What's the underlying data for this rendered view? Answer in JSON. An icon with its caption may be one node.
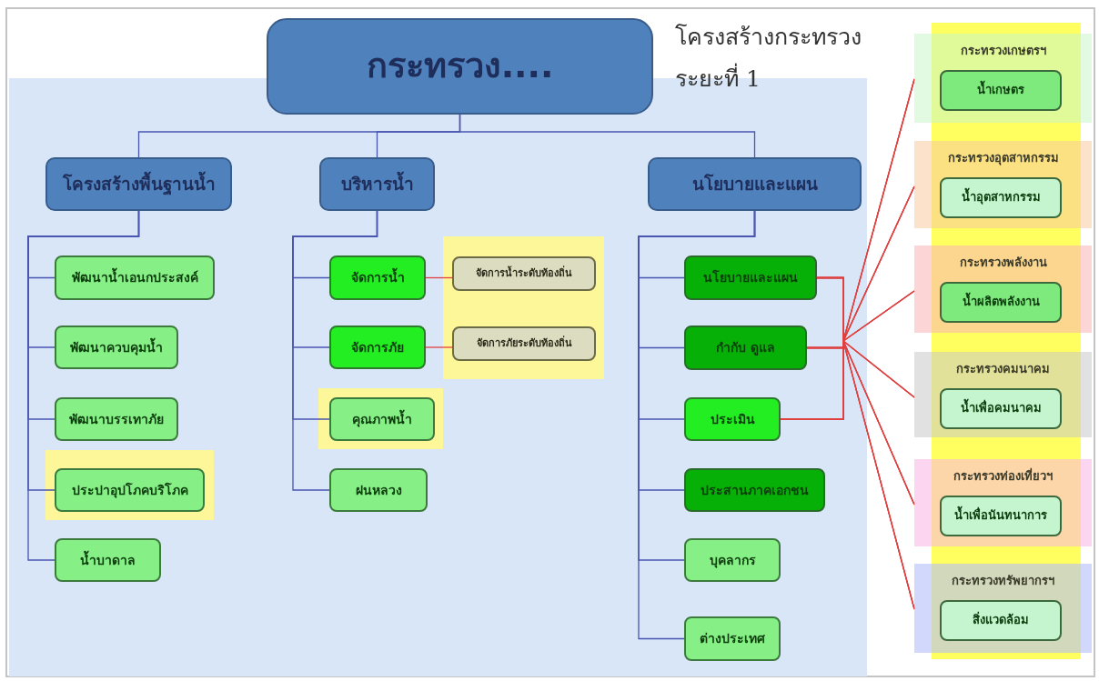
{
  "diagram": {
    "title": "โครงสร้างกระทรวง ระยะที่ 1",
    "nodes": [
      {
        "text": [
          "กระทรวง...."
        ]
      },
      {
        "text": [
          "โครงสร้างพื้นฐานน้ำ"
        ]
      },
      {
        "text": [
          "บริหารน้ำ"
        ]
      },
      {
        "text": [
          "นโยบายและแผน"
        ]
      },
      {
        "text": [
          "พัฒนาน้ำเอนกประสงค์"
        ]
      },
      {
        "text": [
          "พัฒนาควบคุมน้ำ"
        ]
      },
      {
        "text": [
          "พัฒนาบรรเทาภัย"
        ]
      },
      {
        "text": [
          "ประปาอุปโภคบริโภค"
        ]
      },
      {
        "text": [
          "น้ำบาดาล"
        ]
      },
      {
        "text": [
          "จัดการน้ำ"
        ]
      },
      {
        "text": [
          "จัดการน้ำระดับท้องถิ่น"
        ]
      },
      {
        "text": [
          "จัดการภัย"
        ]
      },
      {
        "text": [
          "จัดการภัยระดับท้องถิ่น"
        ]
      },
      {
        "text": [
          "คุณภาพน้ำ"
        ]
      },
      {
        "text": [
          "ฝนหลวง"
        ]
      },
      {
        "text": [
          "นโยบายและแผน"
        ]
      },
      {
        "text": [
          "กำกับ ดูแล"
        ]
      },
      {
        "text": [
          "ประเมิน"
        ]
      },
      {
        "text": [
          "ประสานภาคเอกชน"
        ]
      },
      {
        "text": [
          "บุคลากร"
        ]
      },
      {
        "text": [
          "ต่างประเทศ"
        ]
      },
      {
        "text": [
          "กระทรวงเกษตรฯ"
        ]
      },
      {
        "text": [
          "น้ำเกษตร"
        ],
        "in": 21
      },
      {
        "text": [
          "กระทรวงอุตสาหกรรม"
        ]
      },
      {
        "text": [
          "น้ำอุตสาหกรรม"
        ],
        "in": 23
      },
      {
        "text": [
          "กระทรวงพลังงาน"
        ]
      },
      {
        "text": [
          "น้ำผลิตพลังงาน"
        ],
        "in": 25
      },
      {
        "text": [
          "กระทรวงคมนาคม"
        ]
      },
      {
        "text": [
          "น้ำเพื่อคมนาคม"
        ],
        "in": 27
      },
      {
        "text": [
          "กระทรวงท่องเที่ยวฯ"
        ]
      },
      {
        "text": [
          "น้ำเพื่อนันทนาการ"
        ],
        "in": 29
      },
      {
        "text": [
          "กระทรวงทรัพยากรฯ"
        ]
      },
      {
        "text": [
          "สิ่งแวดล้อม"
        ],
        "in": 31
      }
    ],
    "edges": [
      {
        "from": 0,
        "to": 1,
        "arrow": "none",
        "color": "#4a55b0"
      },
      {
        "from": 0,
        "to": 2,
        "arrow": "none",
        "color": "#4a55b0"
      },
      {
        "from": 0,
        "to": 3,
        "arrow": "none",
        "color": "#4a55b0"
      },
      {
        "from": 1,
        "to": 4,
        "arrow": "none",
        "color": "#4a55b0"
      },
      {
        "from": 1,
        "to": 5,
        "arrow": "none",
        "color": "#4a55b0"
      },
      {
        "from": 1,
        "to": 6,
        "arrow": "none",
        "color": "#4a55b0"
      },
      {
        "from": 1,
        "to": 7,
        "arrow": "none",
        "color": "#4a55b0"
      },
      {
        "from": 1,
        "to": 8,
        "arrow": "none",
        "color": "#4a55b0"
      },
      {
        "from": 2,
        "to": 9,
        "arrow": "none",
        "color": "#4a55b0"
      },
      {
        "from": 2,
        "to": 11,
        "arrow": "none",
        "color": "#4a55b0"
      },
      {
        "from": 2,
        "to": 13,
        "arrow": "none",
        "color": "#4a55b0"
      },
      {
        "from": 2,
        "to": 14,
        "arrow": "none",
        "color": "#4a55b0"
      },
      {
        "from": 9,
        "to": 10,
        "arrow": "none",
        "color": "#e04040"
      },
      {
        "from": 11,
        "to": 12,
        "arrow": "none",
        "color": "#e04040"
      },
      {
        "from": 3,
        "to": 15,
        "arrow": "none",
        "color": "#4a55b0"
      },
      {
        "from": 3,
        "to": 16,
        "arrow": "none",
        "color": "#4a55b0"
      },
      {
        "from": 3,
        "to": 17,
        "arrow": "none",
        "color": "#4a55b0"
      },
      {
        "from": 3,
        "to": 18,
        "arrow": "none",
        "color": "#4a55b0"
      },
      {
        "from": 3,
        "to": 19,
        "arrow": "none",
        "color": "#4a55b0"
      },
      {
        "from": 3,
        "to": 20,
        "arrow": "none",
        "color": "#4a55b0"
      },
      {
        "from": 15,
        "to": 21,
        "arrow": "none",
        "color": "#e04040"
      },
      {
        "from": 15,
        "to": 23,
        "arrow": "none",
        "color": "#e04040"
      },
      {
        "from": 15,
        "to": 25,
        "arrow": "none",
        "color": "#e04040"
      },
      {
        "from": 15,
        "to": 27,
        "arrow": "none",
        "color": "#e04040"
      },
      {
        "from": 15,
        "to": 29,
        "arrow": "none",
        "color": "#e04040"
      },
      {
        "from": 15,
        "to": 31,
        "arrow": "none",
        "color": "#e04040"
      },
      {
        "from": 16,
        "to": 21,
        "arrow": "none",
        "color": "#e04040"
      },
      {
        "from": 16,
        "to": 23,
        "arrow": "none",
        "color": "#e04040"
      },
      {
        "from": 16,
        "to": 25,
        "arrow": "none",
        "color": "#e04040"
      },
      {
        "from": 16,
        "to": 27,
        "arrow": "none",
        "color": "#e04040"
      },
      {
        "from": 16,
        "to": 29,
        "arrow": "none",
        "color": "#e04040"
      },
      {
        "from": 16,
        "to": 31,
        "arrow": "none",
        "color": "#e04040"
      },
      {
        "from": 17,
        "to": 21,
        "arrow": "none",
        "color": "#e04040"
      },
      {
        "from": 17,
        "to": 23,
        "arrow": "none",
        "color": "#e04040"
      },
      {
        "from": 17,
        "to": 25,
        "arrow": "none",
        "color": "#e04040"
      },
      {
        "from": 17,
        "to": 27,
        "arrow": "none",
        "color": "#e04040"
      },
      {
        "from": 17,
        "to": 29,
        "arrow": "none",
        "color": "#e04040"
      },
      {
        "from": 17,
        "to": 31,
        "arrow": "none",
        "color": "#e04040"
      }
    ]
  }
}
